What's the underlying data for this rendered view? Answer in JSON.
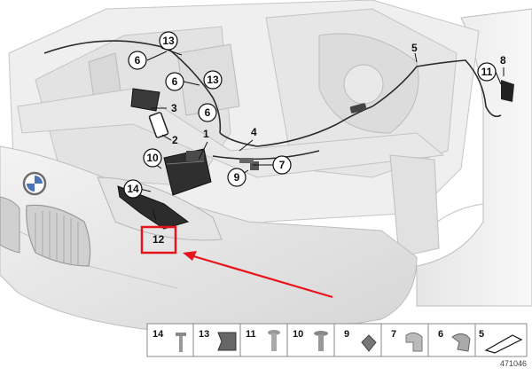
{
  "callouts": {
    "c13a": "13",
    "c6a": "6",
    "c6b": "6",
    "c13b": "13",
    "c6c": "6",
    "c3": "3",
    "c2": "2",
    "c1": "1",
    "c10": "10",
    "c4": "4",
    "c7": "7",
    "c9": "9",
    "c14": "14",
    "c12": "12",
    "c5": "5",
    "c11": "11",
    "c8": "8"
  },
  "parts_strip": [
    "14",
    "13",
    "11",
    "10",
    "9",
    "7",
    "6",
    "5"
  ],
  "document_number": "471046",
  "highlight_color": "#e8141c",
  "line_color": "#111111",
  "icons": [
    "brand-logo-icon",
    "screw-icon",
    "clip-icon",
    "rivet-icon",
    "nut-icon",
    "wedge-icon"
  ]
}
